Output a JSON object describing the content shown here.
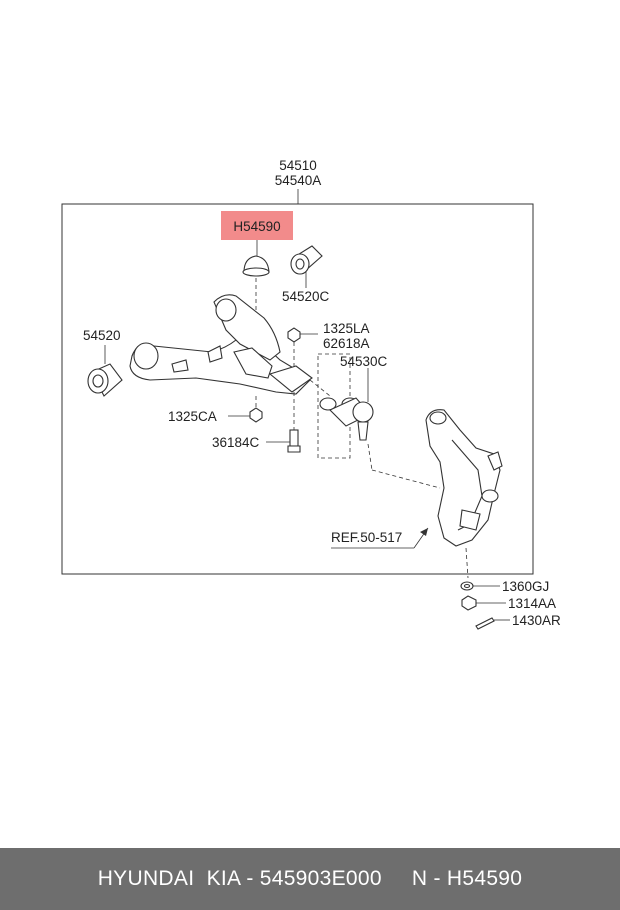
{
  "labels": {
    "assembly_1": "54510",
    "assembly_2": "54540A",
    "highlight": "H54590",
    "bushing_right": "54520C",
    "bushing_left": "54520",
    "nut_1": "1325LA",
    "nut_2": "62618A",
    "ball_joint": "54530C",
    "nut_lower": "1325CA",
    "bolt": "36184C",
    "ref": "REF.50-517",
    "washer": "1360GJ",
    "castle_nut": "1314AA",
    "cotter_pin": "1430AR"
  },
  "colors": {
    "highlight_fill": "#f28b8b",
    "footer_bg": "#6e6e6e"
  },
  "footer": {
    "brand_part": "HYUNDAI  KIA - 545903E000",
    "catalog_code": "N - H54590"
  }
}
